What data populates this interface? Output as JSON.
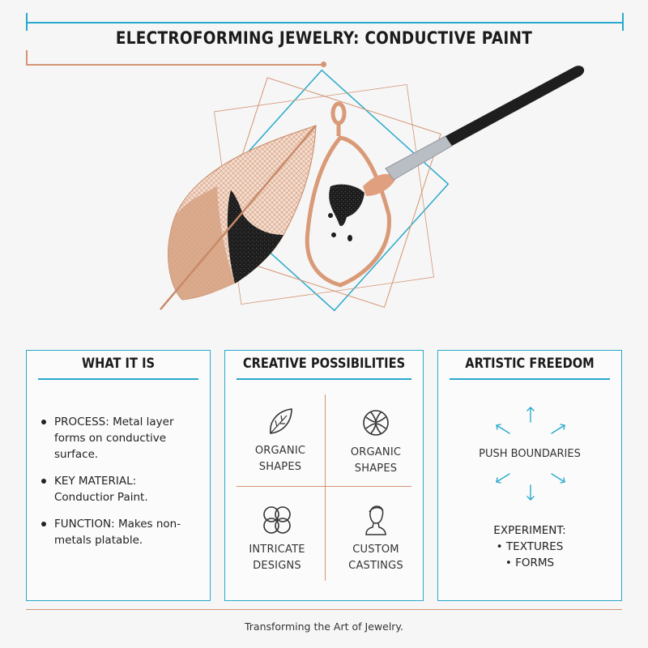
{
  "title": "ELECTROFORMING JEWELRY: CONDUCTIVE PAINT",
  "panels": {
    "what_it_is": {
      "title": "WHAT IT IS",
      "bullets": [
        {
          "label": "PROCESS:",
          "text": "Metal layer forms on conductive surface."
        },
        {
          "label": "KEY MATERIAL:",
          "text": "Conductior Paint."
        },
        {
          "label": "FUNCTION:",
          "text": "Makes non-metals platable."
        }
      ]
    },
    "creative": {
      "title": "CREATIVE POSSIBILITIES",
      "cells": [
        {
          "line1": "ORGANIC",
          "line2": "SHAPES",
          "icon": "leaf-icon"
        },
        {
          "line1": "ORGANIC",
          "line2": "SHAPES",
          "icon": "knot-icon"
        },
        {
          "line1": "INTRICATE",
          "line2": "DESIGNS",
          "icon": "celtic-knot-icon"
        },
        {
          "line1": "CUSTOM",
          "line2": "CASTINGS",
          "icon": "bust-icon"
        }
      ]
    },
    "artistic": {
      "title": "ARTISTIC FREEDOM",
      "push_label": "PUSH BOUNDARIES",
      "experiment_label": "EXPERIMENT:",
      "experiment_items": [
        "TEXTURES",
        "FORMS"
      ]
    }
  },
  "tagline": "Transforming the Art of Jewelry.",
  "colors": {
    "accent": "#29a9cc",
    "copper": "#d39573",
    "ink": "#1b1b1b"
  }
}
